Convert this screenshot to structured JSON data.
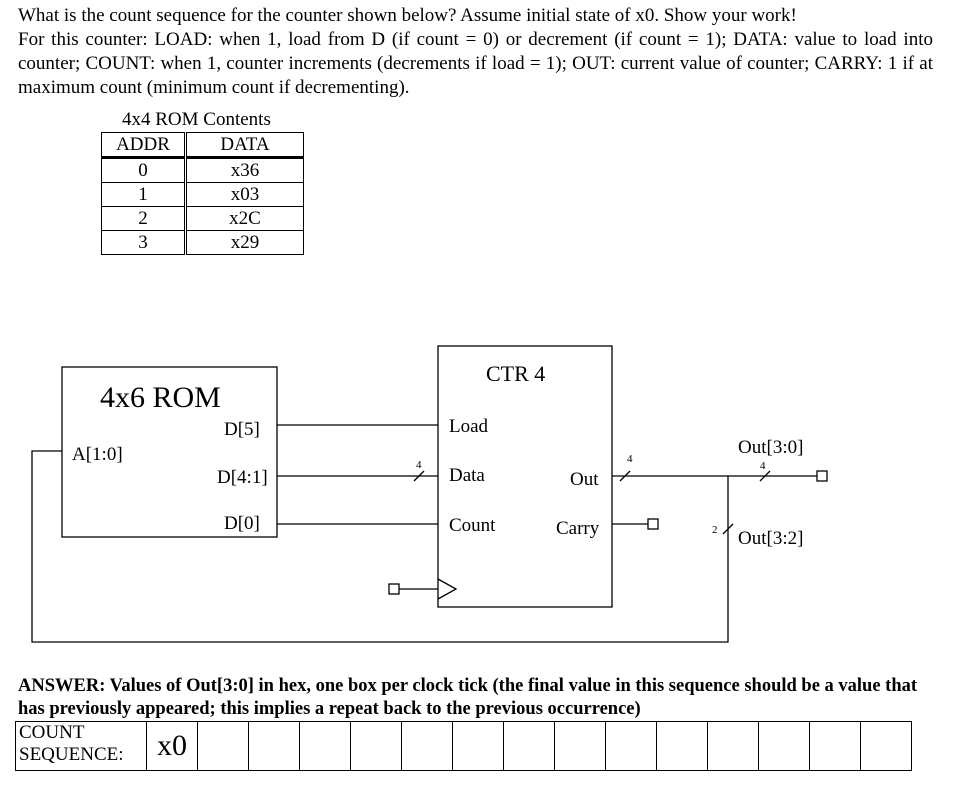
{
  "question": {
    "line1": "What is the count sequence for the counter shown below?  Assume initial state of x0.  Show your work!",
    "line2": "For this counter: LOAD: when 1, load from D (if count = 0) or decrement (if count = 1); DATA: value to load into counter; COUNT: when 1, counter increments (decrements if load = 1); OUT: current value of counter; CARRY: 1 if at maximum count (minimum count if decrementing)."
  },
  "rom_table": {
    "caption": "4x4 ROM Contents",
    "headers": [
      "ADDR",
      "DATA"
    ],
    "rows": [
      [
        "0",
        "x36"
      ],
      [
        "1",
        "x03"
      ],
      [
        "2",
        "x2C"
      ],
      [
        "3",
        "x29"
      ]
    ]
  },
  "diagram": {
    "rom_title": "4x6 ROM",
    "rom_addr_port": "A[1:0]",
    "rom_d5": "D[5]",
    "rom_d41": "D[4:1]",
    "rom_d0": "D[0]",
    "ctr_title": "CTR 4",
    "ctr_load": "Load",
    "ctr_data": "Data",
    "ctr_count": "Count",
    "ctr_out": "Out",
    "ctr_carry": "Carry",
    "bus_width_data": "4",
    "bus_width_out": "4",
    "out_label": "Out[3:0]",
    "out_width": "4",
    "fb_label": "Out[3:2]",
    "fb_width": "2"
  },
  "answer": {
    "prompt": "ANSWER:  Values of Out[3:0] in hex, one box per clock tick (the final value in this sequence should be a value that has previously appeared; this implies a repeat back to the previous occurrence)",
    "seq_label_1": "COUNT",
    "seq_label_2": "SEQUENCE:",
    "first_value": "x0"
  }
}
